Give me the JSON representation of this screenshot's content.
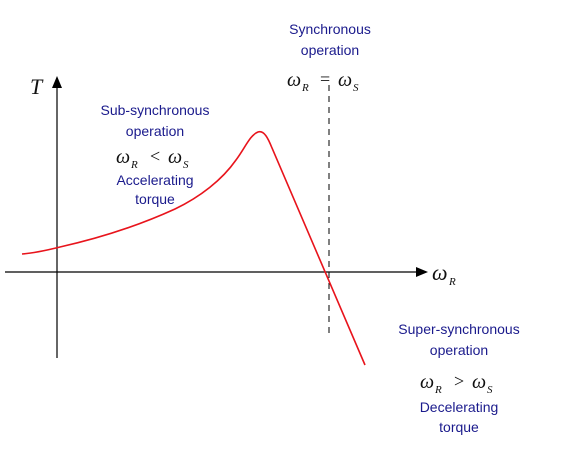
{
  "axes": {
    "y_symbol": "T",
    "x_symbol": "ω",
    "x_subscript": "R"
  },
  "synchronous": {
    "line1": "Synchronous",
    "line2": "operation",
    "eq": {
      "lhs": "ω",
      "lhs_sub": "R",
      "op": "=",
      "rhs": "ω",
      "rhs_sub": "S"
    }
  },
  "sub_synchronous": {
    "line1": "Sub-synchronous",
    "line2": "operation",
    "eq": {
      "lhs": "ω",
      "lhs_sub": "R",
      "op": "<",
      "rhs": "ω",
      "rhs_sub": "S"
    },
    "line3": "Accelerating",
    "line4": "torque"
  },
  "super_synchronous": {
    "line1": "Super-synchronous",
    "line2": "operation",
    "eq": {
      "lhs": "ω",
      "lhs_sub": "R",
      "op": ">",
      "rhs": "ω",
      "rhs_sub": "S"
    },
    "line3": "Decelerating",
    "line4": "torque"
  },
  "colors": {
    "curve": "#e8141c",
    "label_text": "#1a1a8c",
    "axes": "#000000"
  }
}
